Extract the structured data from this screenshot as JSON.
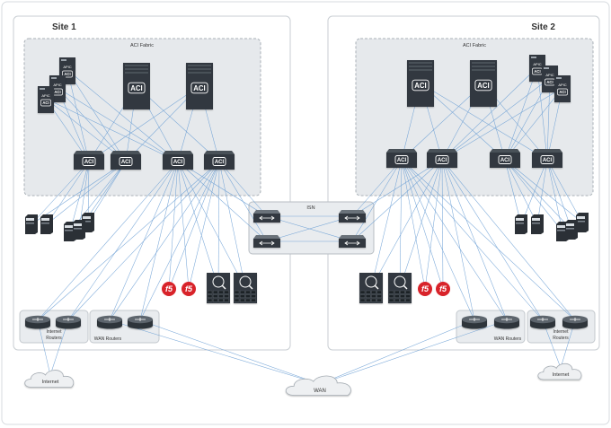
{
  "sites": [
    {
      "title": "Site 1",
      "fabric_label": "ACI Fabric",
      "internet_routers_label": "Internet\nRouters",
      "wan_routers_label": "WAN Routers",
      "internet_cloud_label": "Internet"
    },
    {
      "title": "Site 2",
      "fabric_label": "ACI Fabric",
      "internet_routers_label": "Internet\nRouters",
      "wan_routers_label": "WAN Routers",
      "internet_cloud_label": "Internet"
    }
  ],
  "isn_label": "ISN",
  "wan_cloud_label": "WAN",
  "device_icon_text": {
    "aci": "ACI",
    "apic": "APIC",
    "f5": "f5"
  },
  "colors": {
    "link": "#6a9ed4",
    "device": "#33393f",
    "device_light": "#4a5158",
    "fabric_bg": "#e6e9ec",
    "panel_border": "#c9ced3",
    "f5_red": "#d8232a"
  }
}
